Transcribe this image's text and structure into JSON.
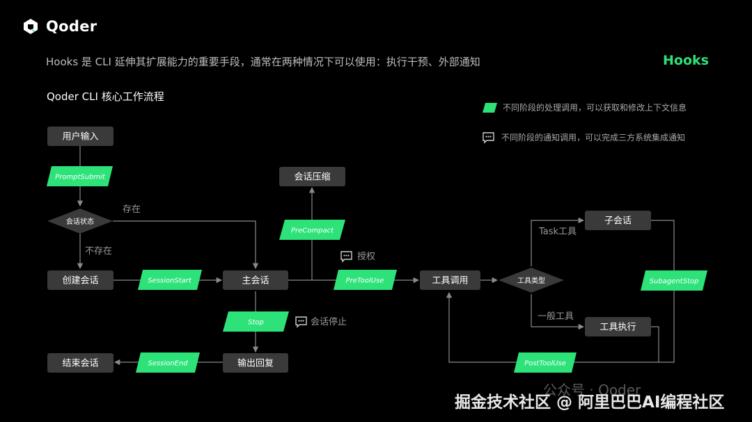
{
  "brand": {
    "name": "Qoder"
  },
  "header": {
    "subtitle": "Hooks 是 CLI 延伸其扩展能力的重要手段，通常在两种情况下可以使用：执行干预、外部通知",
    "title": "Hooks",
    "section_title": "Qoder CLI 核心工作流程"
  },
  "legend": {
    "process": "不同阶段的处理调用，可以获取和修改上下文信息",
    "notify": "不同阶段的通知调用，可以完成三方系统集成通知"
  },
  "nodes": {
    "user_input": "用户输入",
    "session_state": "会话状态",
    "create_session": "创建会话",
    "main_session": "主会话",
    "compress": "会话压缩",
    "output_reply": "输出回复",
    "end_session": "结束会话",
    "tool_call": "工具调用",
    "tool_type": "工具类型",
    "sub_session": "子会话",
    "tool_exec": "工具执行"
  },
  "hooks": {
    "prompt_submit": "PromptSubmit",
    "session_start": "SessionStart",
    "pre_compact": "PreCompact",
    "pre_tool_use": "PreToolUse",
    "stop": "Stop",
    "session_end": "SessionEnd",
    "post_tool_use": "PostToolUse",
    "subagent_stop": "SubagentStop"
  },
  "edge_labels": {
    "exists": "存在",
    "not_exists": "不存在",
    "task_tool": "Task工具",
    "general_tool": "一般工具",
    "authorize": "授权",
    "session_stop": "会话停止"
  },
  "watermark": {
    "text": "掘金技术社区 @ 阿里巴巴AI编程社区",
    "ghost": "公众号 · Qoder"
  },
  "colors": {
    "background": "#000000",
    "node_fill": "#3a3a3a",
    "hook_green": "#2ee27a",
    "line": "#8a8a8a",
    "accent_title": "#2ee27a"
  }
}
